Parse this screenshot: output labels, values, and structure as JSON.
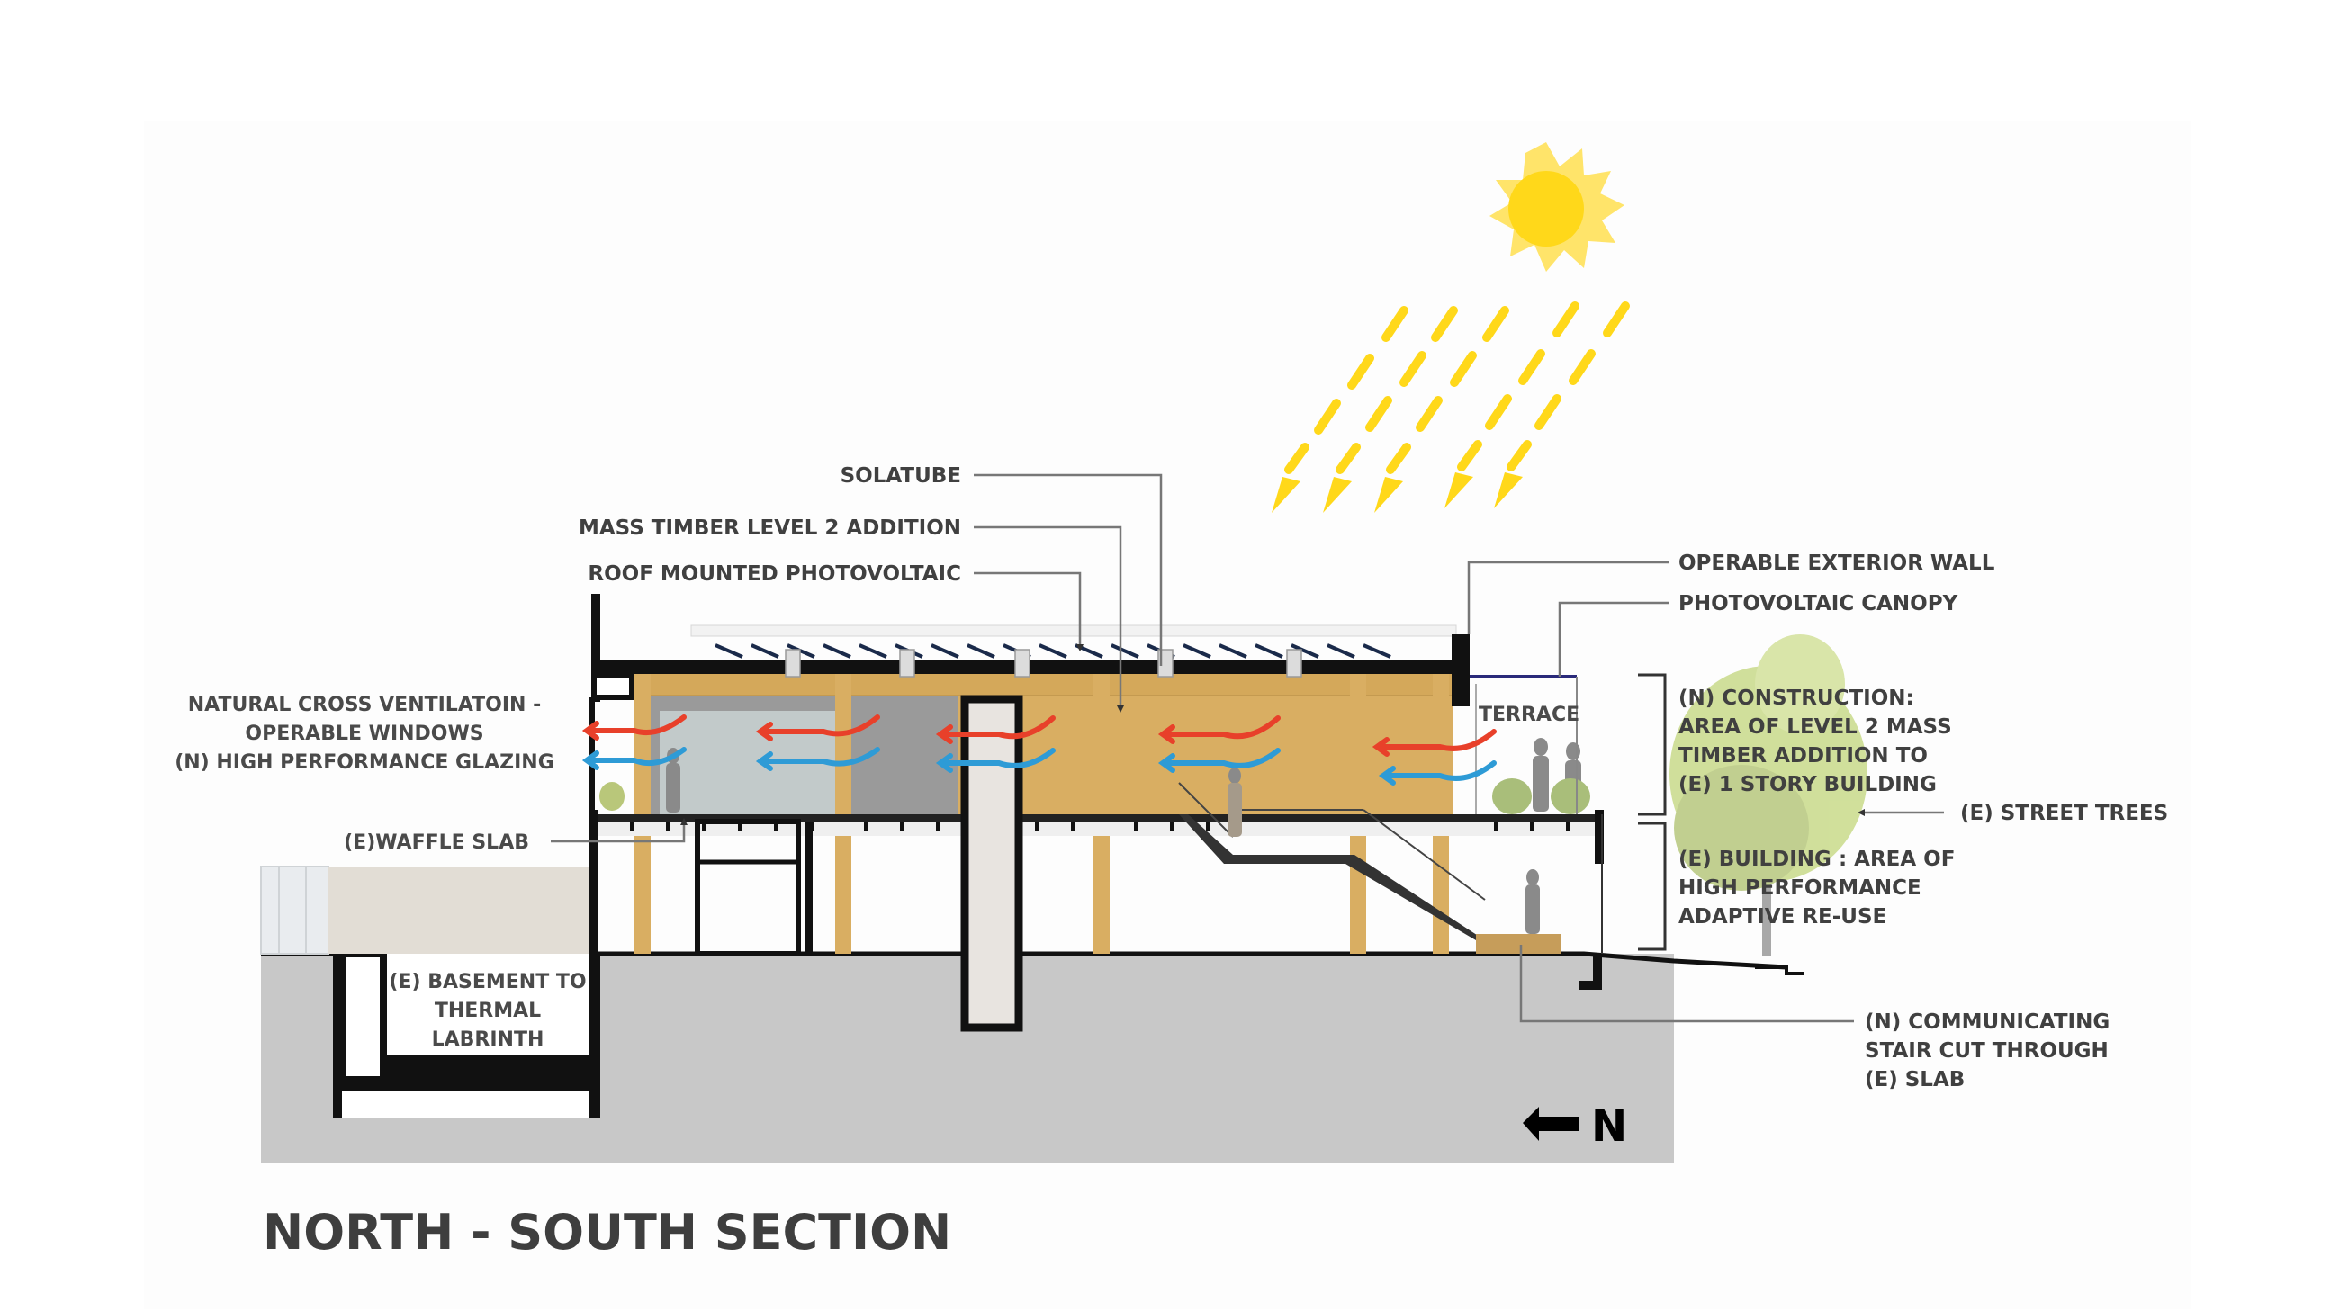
{
  "title": "NORTH - SOUTH SECTION",
  "colors": {
    "sun": "#FFD81A",
    "timber": "#D9AE62",
    "ground": "#C8C8C8",
    "structure": "#111111",
    "warm_air": "#E8402A",
    "cool_air": "#2E9BD6",
    "glass_room": "#9A9A9A",
    "tree": "#C9DA8A"
  },
  "labels": {
    "solatube": "SOLATUBE",
    "mass_timber": "MASS TIMBER LEVEL 2 ADDITION",
    "roof_pv": "ROOF MOUNTED PHOTOVOLTAIC",
    "operable_wall": "OPERABLE EXTERIOR WALL",
    "pv_canopy": "PHOTOVOLTAIC  CANOPY",
    "ventilation": [
      "NATURAL CROSS VENTILATOIN -",
      "OPERABLE WINDOWS",
      "(N) HIGH PERFORMANCE GLAZING"
    ],
    "waffle_slab": "(E)WAFFLE SLAB",
    "basement": [
      "(E) BASEMENT TO",
      "THERMAL",
      "LABRINTH"
    ],
    "terrace": "TERRACE",
    "new_construction": [
      "(N) CONSTRUCTION:",
      "AREA OF LEVEL 2 MASS",
      "TIMBER ADDITION TO",
      "(E) 1 STORY BUILDING"
    ],
    "street_trees": "(E) STREET TREES",
    "existing_building": [
      "(E) BUILDING : AREA OF",
      "HIGH PERFORMANCE",
      "ADAPTIVE RE-USE"
    ],
    "stair": [
      "(N) COMMUNICATING",
      "STAIR CUT THROUGH",
      "(E) SLAB"
    ],
    "north": "N"
  },
  "icons": {
    "sun": "sun-icon",
    "sun_rays": "sun-ray-arrows",
    "north_arrow": "north-arrow-icon",
    "airflow": "airflow-arrow-icon"
  }
}
